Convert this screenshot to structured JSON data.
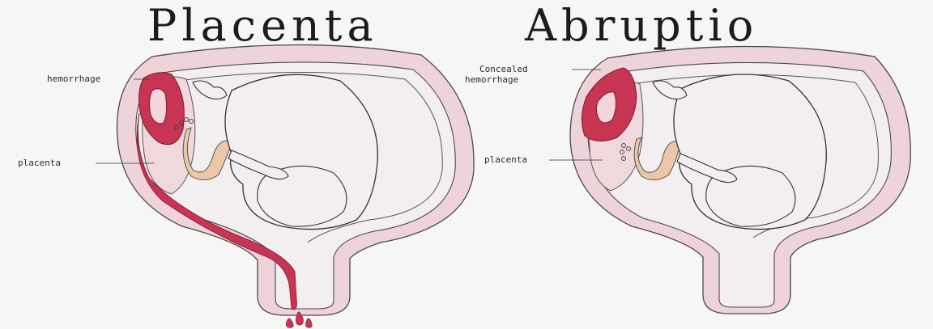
{
  "title": {
    "word1": "Placenta",
    "word2": "Abruptio"
  },
  "left_diagram": {
    "hemorrhage_label": "hemorrhage",
    "placenta_label": "placenta"
  },
  "right_diagram": {
    "concealed_label_line1": "Concealed",
    "concealed_label_line2": "hemorrhage",
    "placenta_label": "placenta"
  },
  "colors": {
    "uterine_wall": "#efd3db",
    "hemorrhage": "#c73553",
    "placenta": "#f0d8dc",
    "fetus_outline": "#3a3a3a",
    "cord": "#ecc6a8"
  }
}
